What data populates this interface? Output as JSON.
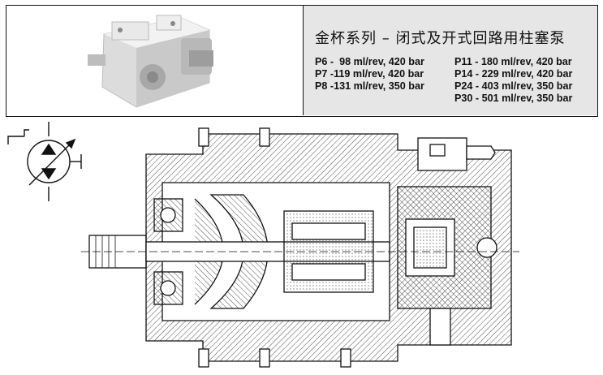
{
  "header": {
    "title": "金杯系列 – 闭式及开式回路用柱塞泵",
    "specs_left": [
      "P6 -  98 ml/rev, 420 bar",
      "P7 -119 ml/rev, 420 bar",
      "P8 -131 ml/rev, 350 bar"
    ],
    "specs_right": [
      "P11 - 180 ml/rev, 420 bar",
      "P14 - 229 ml/rev, 420 bar",
      "P24 - 403 ml/rev, 350 bar",
      "P30 - 501 ml/rev, 350 bar"
    ]
  },
  "colors": {
    "border": "#111111",
    "spec_panel_bg": "#e6e6e6",
    "pump_body": "#e4e4e4",
    "pump_shadow": "#9a9a9a"
  },
  "icons": [
    "pump-photo-icon",
    "variable-pump-symbol-icon",
    "pump-section-drawing"
  ]
}
